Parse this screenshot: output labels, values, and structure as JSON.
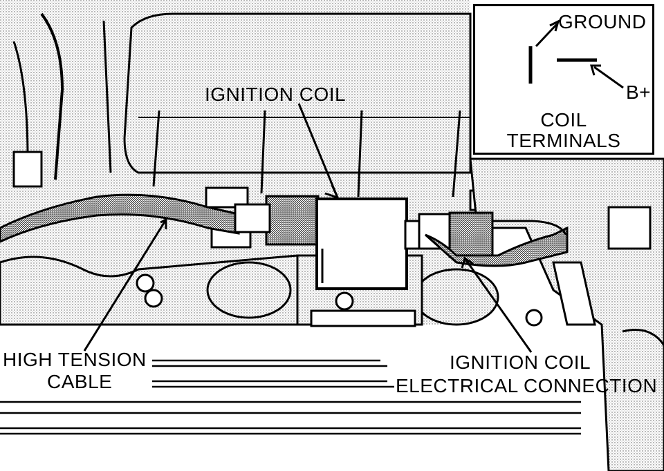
{
  "labels": {
    "ignition_coil": "IGNITION COIL",
    "high_tension_line1": "HIGH TENSION",
    "high_tension_line2": "CABLE",
    "connection_line1": "IGNITION COIL",
    "connection_line2": "ELECTRICAL CONNECTION"
  },
  "inset": {
    "ground": "GROUND",
    "b_plus": "B+",
    "title_line1": "COIL",
    "title_line2": "TERMINALS"
  },
  "colors": {
    "ink": "#000000",
    "paper": "#ffffff",
    "stipple": "#c8c8c8"
  }
}
